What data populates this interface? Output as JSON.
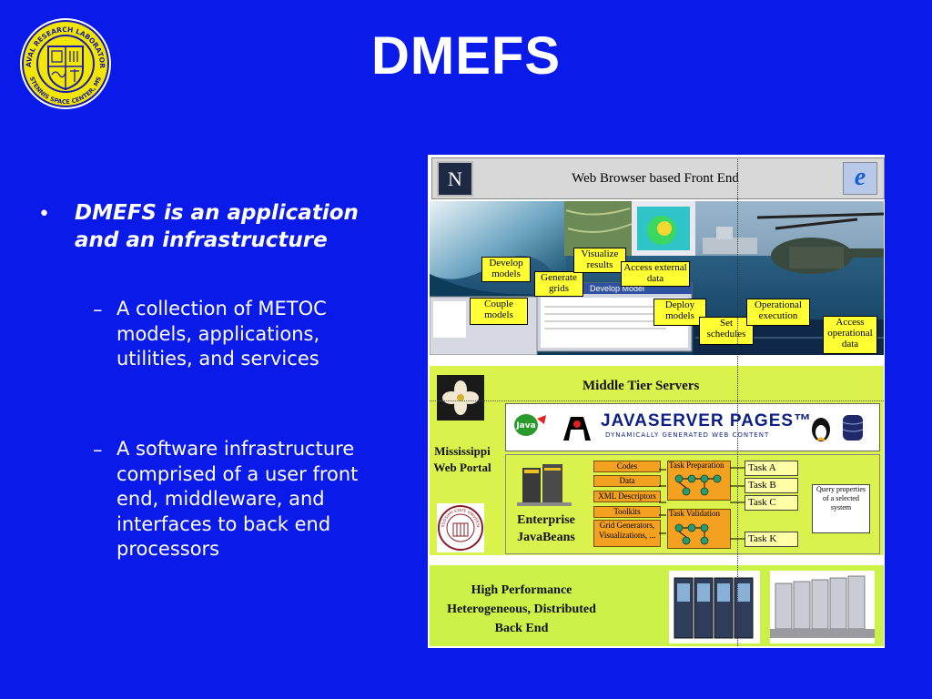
{
  "slide": {
    "title": "DMEFS",
    "logo": {
      "text_top": "NAVAL RESEARCH LABORATORY",
      "text_bottom": "STENNIS SPACE CENTER, MS"
    },
    "bullet": {
      "text": "DMEFS is an application and an infrastructure",
      "subs": [
        "A collection of METOC models, applications, utilities, and services",
        "A software infrastructure comprised of a user front end, middleware, and interfaces to back end processors"
      ]
    }
  },
  "diagram": {
    "front_end_title": "Web Browser based Front End",
    "netscape_letter": "N",
    "ie_letter": "e",
    "develop_model_screen": "Develop Model",
    "front_labels": [
      "Develop models",
      "Generate grids",
      "Visualize results",
      "Access external data",
      "Couple models",
      "Deploy models",
      "Set schedules",
      "Operational execution",
      "Access operational data"
    ],
    "middle_title": "Middle Tier Servers",
    "jsp_title": "JAVASERVER PAGES™",
    "jsp_tagline": "DYNAMICALLY GENERATED WEB CONTENT",
    "java_badge": "Java",
    "portal_label": "Mississippi Web Portal",
    "ejb_label": "Enterprise JavaBeans",
    "components": [
      "Codes",
      "Data",
      "XML Descriptors",
      "Toolkits",
      "Grid Generators, Visualizations, ..."
    ],
    "task_prep": "Task Preparation",
    "task_valid": "Task Validation",
    "tasks": [
      "Task A",
      "Task B",
      "Task C",
      "Task K"
    ],
    "query": "Query properties of a selected system",
    "back_end_label": "High Performance Heterogeneous, Distributed Back End",
    "seal_text": "MISSISSIPPI STATE UNIVERSITY"
  }
}
